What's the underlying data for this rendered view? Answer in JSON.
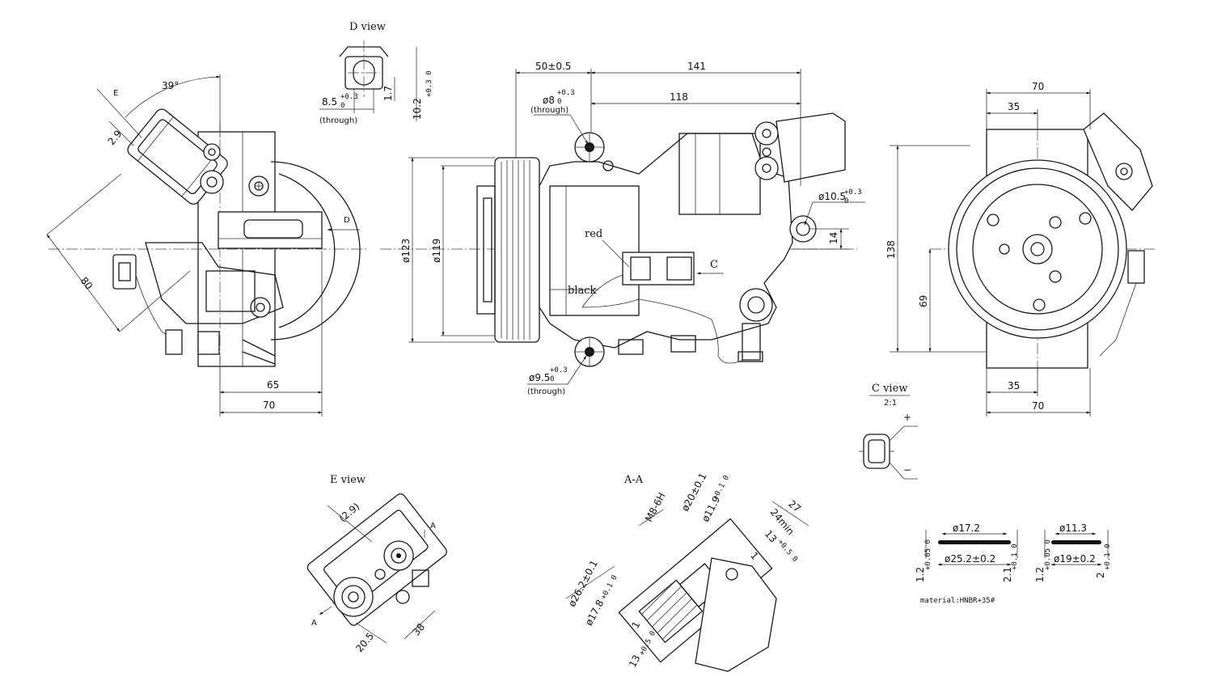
{
  "views": {
    "d_view": "D view",
    "e_view": "E view",
    "c_view": "C view",
    "c_view_scale": "2:1",
    "section_aa": "A-A"
  },
  "markers": {
    "e": "E",
    "d": "D",
    "c": "C",
    "a": "A",
    "plus": "+",
    "minus": "−"
  },
  "wires": {
    "red": "red",
    "black": "black"
  },
  "left_view_dims": {
    "angle": "39°",
    "d29": "2.9",
    "d80": "80",
    "d65": "65",
    "d70": "70"
  },
  "d_view_dims": {
    "d85": "8.5",
    "d85_tol_up": "+0.3",
    "d85_tol_lo": "0",
    "d85_note": "(through)",
    "d17": "1.7",
    "d102": "10.2",
    "d102_tol": "+0.3 0"
  },
  "main_view_dims": {
    "d50": "50±0.5",
    "d141": "141",
    "d118": "118",
    "hole8": "ø8",
    "hole8_tol_up": "+0.3",
    "hole8_tol_lo": "0",
    "hole8_note": "(through)",
    "hole105": "ø10.5",
    "hole105_tol_up": "+0.3",
    "hole105_tol_lo": "0",
    "d14": "14",
    "dia123": "ø123",
    "dia119": "ø119",
    "hole95": "ø9.5",
    "hole95_tol_up": "+0.3",
    "hole95_tol_lo": "0",
    "hole95_note": "(through)"
  },
  "right_view_dims": {
    "top70": "70",
    "top35": "35",
    "h138": "138",
    "h69": "69",
    "bot35": "35",
    "bot70": "70"
  },
  "e_view_dims": {
    "d29p": "(2.9)",
    "d205": "20.5",
    "d38": "38"
  },
  "section_dims": {
    "m8": "M8-6H",
    "d20": "ø20±0.1",
    "d119": "ø11.9",
    "d119_tol": "+0.1 0",
    "d27": "27",
    "d24": "24min",
    "d13a": "13",
    "d13a_tol": "+0.5 0",
    "d1": "1",
    "d262": "ø26.2±0.1",
    "d178": "ø17.8",
    "d178_tol": "+0.1 0",
    "d1b": "1",
    "d13b": "13",
    "d13b_tol": "+0.5 0"
  },
  "oring_dims": {
    "r1_id": "ø17.2",
    "r1_od": "ø25.2±0.2",
    "r1_h": "1.2",
    "r1_h_tol": "+0.05 0",
    "r1_t": "2.1",
    "r1_t_tol": "+0.1 0",
    "r2_id": "ø11.3",
    "r2_od": "ø19±0.2",
    "r2_h": "1.2",
    "r2_h_tol": "+0.05 0",
    "r2_t": "2",
    "r2_t_tol": "+0.1 0",
    "material": "material:HNBR+35#"
  }
}
